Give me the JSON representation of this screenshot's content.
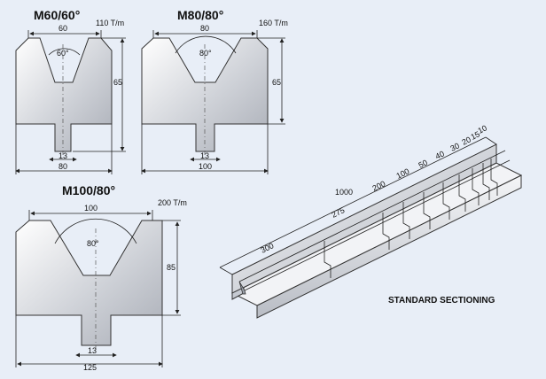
{
  "die1": {
    "title": "M60/60°",
    "capacity": "110 T/m",
    "top_width": "60",
    "angle": "60°",
    "height": "65",
    "slot": "13",
    "base": "80"
  },
  "die2": {
    "title": "M80/80°",
    "capacity": "160 T/m",
    "top_width": "80",
    "angle": "80°",
    "height": "65",
    "slot": "13",
    "base": "100"
  },
  "die3": {
    "title": "M100/80°",
    "capacity": "200 T/m",
    "top_width": "100",
    "angle": "80°",
    "height": "85",
    "slot": "13",
    "base": "125"
  },
  "sectioning": {
    "caption": "STANDARD SECTIONING",
    "lengths": [
      "300",
      "1000",
      "275",
      "200",
      "100",
      "50",
      "40",
      "30",
      "20",
      "15",
      "10"
    ]
  },
  "colors": {
    "background": "#e8eef7",
    "metal_light": "#ffffff",
    "metal_dark": "#a9adb6"
  }
}
